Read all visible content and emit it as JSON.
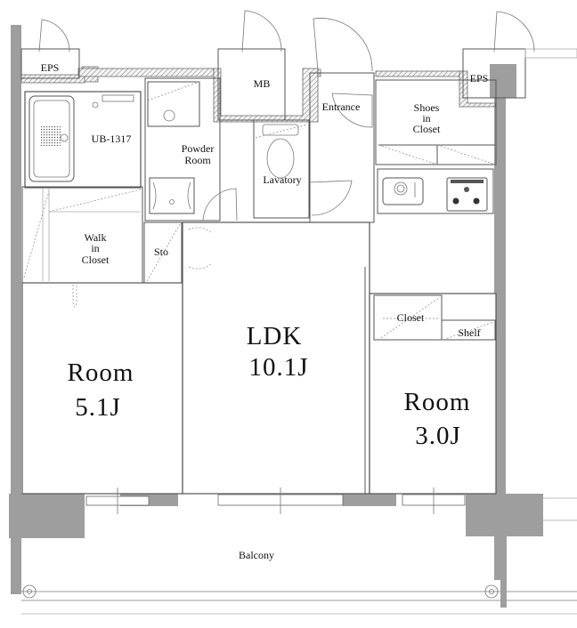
{
  "floor_plan": {
    "type": "apartment floor plan",
    "layout": "2LDK",
    "colors": {
      "wall_fill": "#9e9e9e",
      "line": "#555555",
      "background": "#ffffff"
    },
    "rooms": {
      "eps_left": "EPS",
      "eps_right": "EPS",
      "mb": "MB",
      "entrance": "Entrance",
      "shoes_closet": [
        "Shoes",
        "in",
        "Closet"
      ],
      "unit_bath": "UB-1317",
      "powder_room": [
        "Powder",
        "Room"
      ],
      "lavatory": "Lavatory",
      "walk_in_closet": [
        "Walk",
        "in",
        "Closet"
      ],
      "storage": "Sto",
      "ldk": {
        "name": "LDK",
        "size": "10.1J"
      },
      "room_west": {
        "name": "Room",
        "size": "5.1J"
      },
      "room_east": {
        "name": "Room",
        "size": "3.0J"
      },
      "closet": "Closet",
      "shelf": "Shelf",
      "balcony": "Balcony"
    },
    "fixtures": [
      "bathtub",
      "toilet",
      "washbasin",
      "washing-machine-pan",
      "kitchen-sink",
      "gas-stove-3-burner"
    ]
  }
}
